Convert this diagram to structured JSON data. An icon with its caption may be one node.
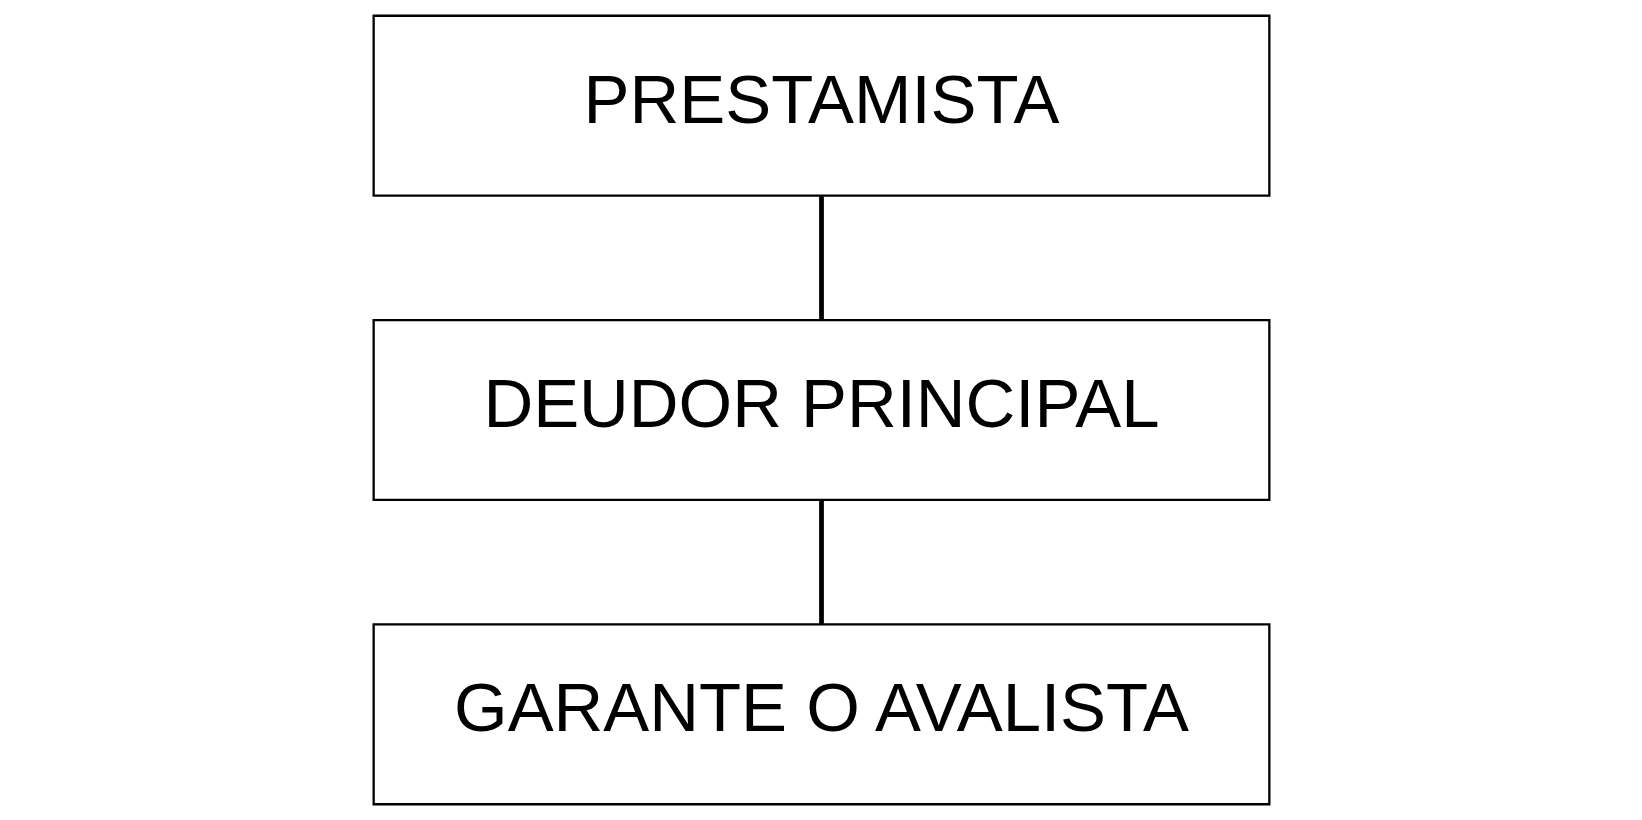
{
  "diagram": {
    "nodes": [
      {
        "text": [
          "PRESTAMISTA"
        ]
      },
      {
        "text": [
          "DEUDOR PRINCIPAL"
        ]
      },
      {
        "text": [
          "GARANTE O AVALISTA"
        ]
      }
    ],
    "edges": [
      {
        "from": 0,
        "to": 1,
        "arrow": "none"
      },
      {
        "from": 1,
        "to": 2,
        "arrow": "none"
      }
    ]
  }
}
